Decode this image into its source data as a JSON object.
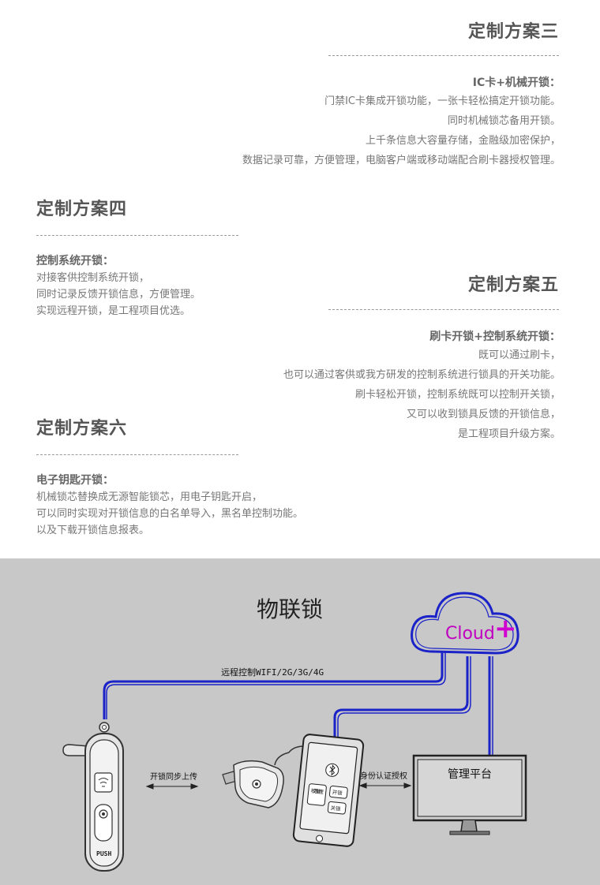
{
  "plan3": {
    "title": "定制方案三",
    "subtitle": "IC卡+机械开锁：",
    "lines": [
      "门禁IC卡集成开锁功能，一张卡轻松搞定开锁功能。",
      "同时机械锁芯备用开锁。",
      "上千条信息大容量存储，金融级加密保护，",
      "数据记录可靠，方便管理，电脑客户端或移动端配合刷卡器授权管理。"
    ]
  },
  "plan4": {
    "title": "定制方案四",
    "subtitle": "控制系统开锁：",
    "lines": [
      "对接客供控制系统开锁，",
      "同时记录反馈开锁信息，方便管理。",
      "实现远程开锁，是工程项目优选。"
    ]
  },
  "plan5": {
    "title": "定制方案五",
    "subtitle": "刷卡开锁+控制系统开锁：",
    "lines": [
      "既可以通过刷卡，",
      "也可以通过客供或我方研发的控制系统进行锁具的开关功能。",
      "刷卡轻松开锁，控制系统既可以控制开关锁，",
      "又可以收到锁具反馈的开锁信息，",
      "是工程项目升级方案。"
    ]
  },
  "plan6": {
    "title": "定制方案六",
    "subtitle": "电子钥匙开锁：",
    "lines": [
      "机械锁芯替换成无源智能锁芯，用电子钥匙开启，",
      "可以同时实现对开锁信息的白名单导入，黑名单控制功能。",
      "以及下载开锁信息报表。"
    ]
  },
  "diagram": {
    "title": "物联锁",
    "cloud_label": "Cloud",
    "remote_label": "远程控制WIFI/2G/3G/4G",
    "sync_label": "开锁同步上传",
    "auth_label": "身份认证授权",
    "platform_label": "管理平台",
    "phone_btn_auth": "权限管理",
    "phone_btn_open": "开锁",
    "phone_btn_close": "关锁",
    "lock_push": "PUSH",
    "colors": {
      "link": "#1a22c8",
      "accent": "#c000c0",
      "background": "#c8c8c8"
    },
    "icons": [
      "cloud-icon",
      "bluetooth-icon",
      "handle-lock-icon",
      "electronic-key-icon",
      "smartphone-icon",
      "monitor-icon"
    ]
  }
}
